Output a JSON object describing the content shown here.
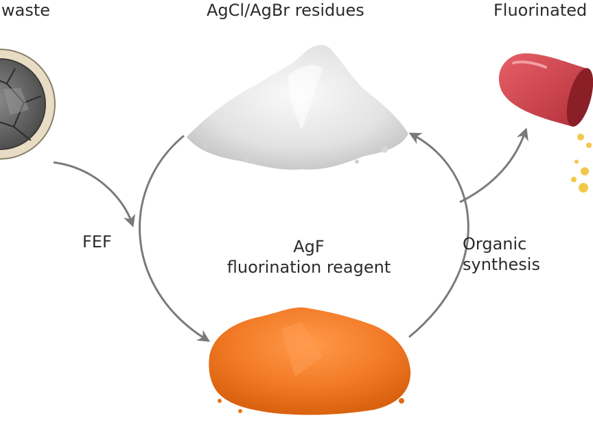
{
  "labels": {
    "waste": "waste",
    "residues": "AgCl/AgBr residues",
    "fluorinated": "Fluorinated",
    "fef": "FEF",
    "agf_line1": "AgF",
    "agf_line2": "fluorination reagent",
    "organic_line1": "Organic",
    "organic_line2": "synthesis"
  },
  "colors": {
    "arrow": "#7a7a7a",
    "agf_powder": "#f07a2a",
    "residue_powder": "#e4e4e4",
    "capsule": "#d4434b",
    "capsule_dots": "#f2c84a",
    "waste_rim": "#e8dcc4"
  },
  "icons": [
    "waste-disc-icon",
    "silver-halide-powder-icon",
    "agf-powder-icon",
    "capsule-icon"
  ]
}
